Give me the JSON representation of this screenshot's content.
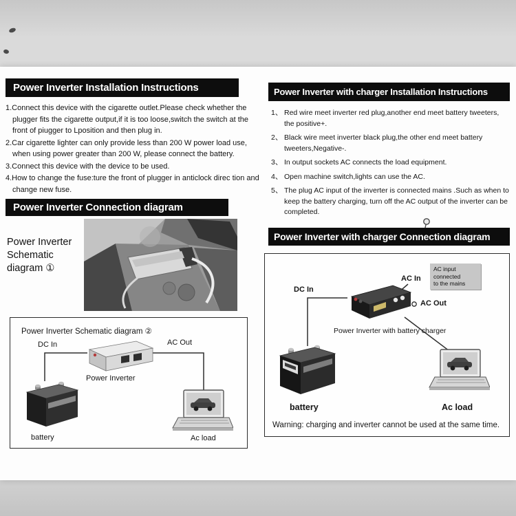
{
  "left": {
    "header_installation": "Power Inverter Installation Instructions",
    "instructions": [
      "1.Connect this device with the cigarette outlet.Please check whether the plugger fits the cigarette output,if it is too loose,switch the switch at the front of piugger to Lposition and then plug in.",
      "2.Car cigarette lighter can only provide less than 200 W power load use, when using power greater than 200 W, please connect the battery.",
      "3.Connect this device with the device to be used.",
      "4.How to change the fuse:ture the front of plugger in anticlock direc tion and change new fuse."
    ],
    "header_connection": "Power Inverter Connection diagram",
    "schematic1_label": "Power Inverter\nSchematic\ndiagram ①",
    "diagram2": {
      "title": "Power Inverter Schematic diagram ②",
      "dc_in": "DC In",
      "ac_out": "AC Out",
      "inverter": "Power Inverter",
      "battery": "battery",
      "ac_load": "Ac load"
    }
  },
  "right": {
    "header_installation": "Power Inverter with charger Installation Instructions",
    "instructions": [
      {
        "num": "1、",
        "text": "Red wire meet inverter red plug,another end meet battery tweeters, the positive+."
      },
      {
        "num": "2、",
        "text": "Black wire meet inverter black plug,the other end meet battery tweeters,Negative-."
      },
      {
        "num": "3、",
        "text": "In output sockets AC connects the load equipment."
      },
      {
        "num": "4、",
        "text": "Open machine switch,lights can use the AC."
      },
      {
        "num": "5、",
        "text": "The plug AC  input of the inverter is connected mains .Such as when to keep the battery charging, turn off the AC output of the inverter can be completed."
      }
    ],
    "header_connection": "Power Inverter with charger Connection diagram",
    "diagram": {
      "ac_in": "AC In",
      "ac_note": "AC input\nconnected\nto the mains",
      "dc_in": "DC In",
      "ac_out": "AC Out",
      "inverter": "Power Inverter with battery charger",
      "battery": "battery",
      "ac_load": "Ac load",
      "warning": "Warning: charging and inverter cannot be used at the same time."
    }
  }
}
